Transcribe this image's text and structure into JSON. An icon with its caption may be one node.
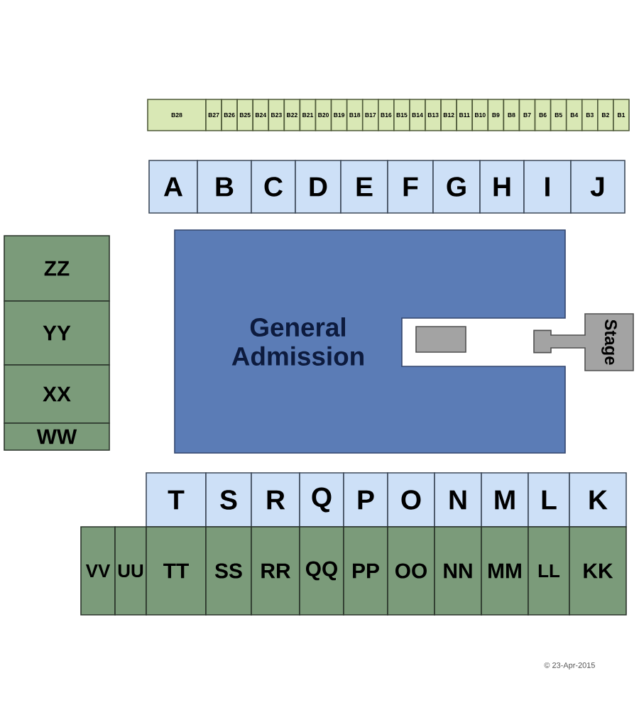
{
  "diagram": {
    "nodes": [
      {
        "text": [
          "B28"
        ]
      },
      {
        "text": [
          "B27"
        ]
      },
      {
        "text": [
          "B26"
        ]
      },
      {
        "text": [
          "B25"
        ]
      },
      {
        "text": [
          "B24"
        ]
      },
      {
        "text": [
          "B23"
        ]
      },
      {
        "text": [
          "B22"
        ]
      },
      {
        "text": [
          "B21"
        ]
      },
      {
        "text": [
          "B20"
        ]
      },
      {
        "text": [
          "B19"
        ]
      },
      {
        "text": [
          "B18"
        ]
      },
      {
        "text": [
          "B17"
        ]
      },
      {
        "text": [
          "B16"
        ]
      },
      {
        "text": [
          "B15"
        ]
      },
      {
        "text": [
          "B14"
        ]
      },
      {
        "text": [
          "B13"
        ]
      },
      {
        "text": [
          "B12"
        ]
      },
      {
        "text": [
          "B11"
        ]
      },
      {
        "text": [
          "B10"
        ]
      },
      {
        "text": [
          "B9"
        ]
      },
      {
        "text": [
          "B8"
        ]
      },
      {
        "text": [
          "B7"
        ]
      },
      {
        "text": [
          "B6"
        ]
      },
      {
        "text": [
          "B5"
        ]
      },
      {
        "text": [
          "B4"
        ]
      },
      {
        "text": [
          "B3"
        ]
      },
      {
        "text": [
          "B2"
        ]
      },
      {
        "text": [
          "B1"
        ]
      },
      {
        "text": [
          "A"
        ]
      },
      {
        "text": [
          "B"
        ]
      },
      {
        "text": [
          "C"
        ]
      },
      {
        "text": [
          "D"
        ]
      },
      {
        "text": [
          "E"
        ]
      },
      {
        "text": [
          "F"
        ]
      },
      {
        "text": [
          "G"
        ]
      },
      {
        "text": [
          "H"
        ]
      },
      {
        "text": [
          "I"
        ]
      },
      {
        "text": [
          "J"
        ]
      },
      {
        "text": [
          "ZZ"
        ]
      },
      {
        "text": [
          "YY"
        ]
      },
      {
        "text": [
          "XX"
        ]
      },
      {
        "text": [
          "WW"
        ]
      },
      {
        "text": [
          "General Admission"
        ]
      },
      {
        "text": [],
        "shape": "box"
      },
      {
        "text": [
          "Stage"
        ]
      },
      {
        "text": [
          "T"
        ]
      },
      {
        "text": [
          "S"
        ]
      },
      {
        "text": [
          "R"
        ]
      },
      {
        "text": [
          "Q"
        ]
      },
      {
        "text": [
          "P"
        ]
      },
      {
        "text": [
          "O"
        ]
      },
      {
        "text": [
          "N"
        ]
      },
      {
        "text": [
          "M"
        ]
      },
      {
        "text": [
          "L"
        ]
      },
      {
        "text": [
          "K"
        ]
      },
      {
        "text": [
          "VV"
        ]
      },
      {
        "text": [
          "UU"
        ]
      },
      {
        "text": [
          "TT"
        ]
      },
      {
        "text": [
          "SS"
        ]
      },
      {
        "text": [
          "RR"
        ]
      },
      {
        "text": [
          "QQ"
        ]
      },
      {
        "text": [
          "PP"
        ]
      },
      {
        "text": [
          "OO"
        ]
      },
      {
        "text": [
          "NN"
        ]
      },
      {
        "text": [
          "MM"
        ]
      },
      {
        "text": [
          "LL"
        ]
      },
      {
        "text": [
          "KK"
        ]
      }
    ],
    "labels": [
      "© 23-Apr-2015"
    ]
  }
}
